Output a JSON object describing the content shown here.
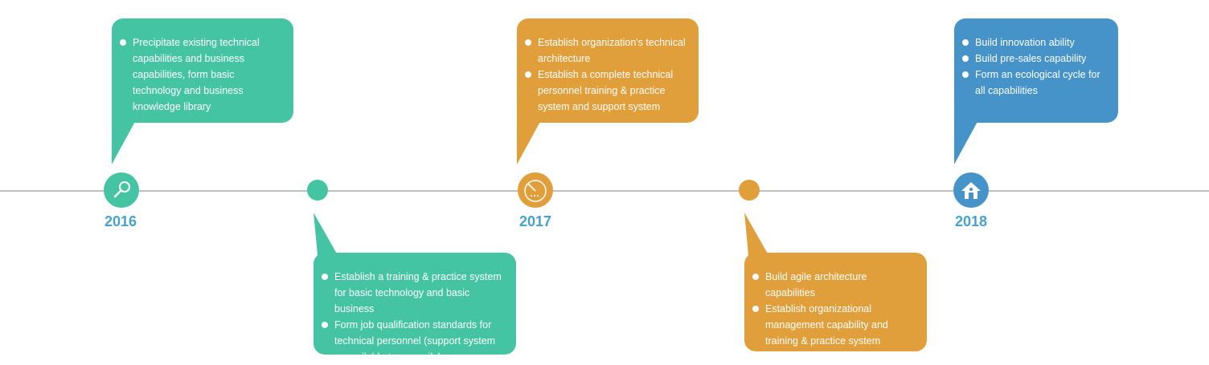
{
  "colors": {
    "green": "#45c4a4",
    "orange": "#e09f3a",
    "blue": "#4593c8",
    "year_text": "#45a2cc",
    "line": "#bfbfbf"
  },
  "milestones": [
    {
      "year": "2016",
      "icon": "magnifier-icon",
      "color": "green"
    },
    {
      "year": "",
      "icon": "",
      "color": "green"
    },
    {
      "year": "2017",
      "icon": "gauge-icon",
      "color": "orange"
    },
    {
      "year": "",
      "icon": "",
      "color": "orange"
    },
    {
      "year": "2018",
      "icon": "home-icon",
      "color": "blue"
    }
  ],
  "callouts": [
    {
      "items": [
        "Precipitate existing technical capabilities and business capabilities, form basic technology and business knowledge library"
      ]
    },
    {
      "items": [
        "Establish a training & practice system for basic technology and basic business",
        "Form job qualification standards for technical personnel  (support system unavailable temporarily)"
      ]
    },
    {
      "items": [
        "Establish organization's technical architecture",
        "Establish a complete technical personnel training & practice system and support system"
      ]
    },
    {
      "items": [
        "Build agile architecture capabilities",
        "Establish organizational management capability and training & practice system"
      ]
    },
    {
      "items": [
        "Build innovation ability",
        "Build pre-sales capability",
        "Form an ecological cycle for all capabilities"
      ]
    }
  ]
}
